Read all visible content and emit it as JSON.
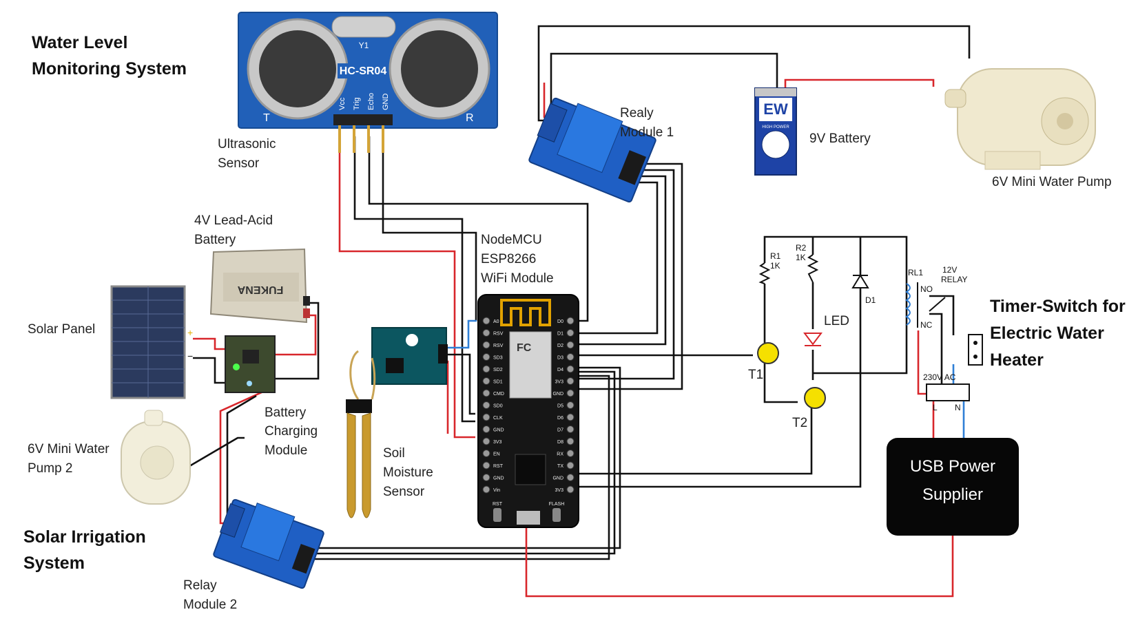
{
  "titles": {
    "water_level_1": "Water Level",
    "water_level_2": "Monitoring System",
    "solar_1": "Solar Irrigation",
    "solar_2": "System",
    "timer_1": "Timer-Switch for",
    "timer_2": "Electric Water",
    "timer_3": "Heater"
  },
  "labels": {
    "ultrasonic_1": "Ultrasonic",
    "ultrasonic_2": "Sensor",
    "relay1_1": "Realy",
    "relay1_2": "Module 1",
    "battery9v": "9V Battery",
    "pump1": "6V Mini Water Pump",
    "leadacid_1": "4V Lead-Acid",
    "leadacid_2": "Battery",
    "solar_panel": "Solar Panel",
    "charging_1": "Battery",
    "charging_2": "Charging",
    "charging_3": "Module",
    "pump2_1": "6V Mini Water",
    "pump2_2": "Pump 2",
    "relay2_1": "Relay",
    "relay2_2": "Module 2",
    "nodemcu_1": "NodeMCU",
    "nodemcu_2": "ESP8266",
    "nodemcu_3": "WiFi Module",
    "soil_1": "Soil",
    "soil_2": "Moisture",
    "soil_3": "Sensor",
    "usb_1": "USB Power",
    "usb_2": "Supplier"
  },
  "components": {
    "hcsr04": {
      "model": "HC-SR04",
      "pins": [
        "Vcc",
        "Trig",
        "Echo",
        "GND"
      ],
      "left_mark": "T",
      "right_mark": "R",
      "crystal": "Y1"
    },
    "circuit": {
      "r1": "R1",
      "r1_val": "1K",
      "r2": "R2",
      "r2_val": "1K",
      "led": "LED",
      "d1": "D1",
      "t1": "T1",
      "t2": "T2",
      "rl1": "RL1",
      "relay_v": "12V",
      "relay_txt": "RELAY",
      "no": "NO",
      "nc": "NC",
      "ac": "230V AC",
      "l": "L",
      "n": "N"
    },
    "battery_brand": "EW",
    "battery_sub": "HIGH POWER",
    "leadacid_brand": "FUKENA",
    "nodemcu_buttons": [
      "RST",
      "FLASH"
    ],
    "nodemcu_left_pins": [
      "A0",
      "RSV",
      "RSV",
      "SD3",
      "SD2",
      "SD1",
      "CMD",
      "SD0",
      "CLK",
      "GND",
      "3V3",
      "EN",
      "RST",
      "GND",
      "Vin"
    ],
    "nodemcu_right_pins": [
      "D0",
      "D1",
      "D2",
      "D3",
      "D4",
      "3V3",
      "GND",
      "D5",
      "D6",
      "D7",
      "D8",
      "RX",
      "TX",
      "GND",
      "3V3"
    ]
  },
  "colors": {
    "wire_black": "#111111",
    "wire_red": "#d8262b",
    "wire_blue": "#2f7fd6",
    "sensor_blue": "#2160b8",
    "relay_blue": "#1f5fc4",
    "board_black": "#161616"
  }
}
